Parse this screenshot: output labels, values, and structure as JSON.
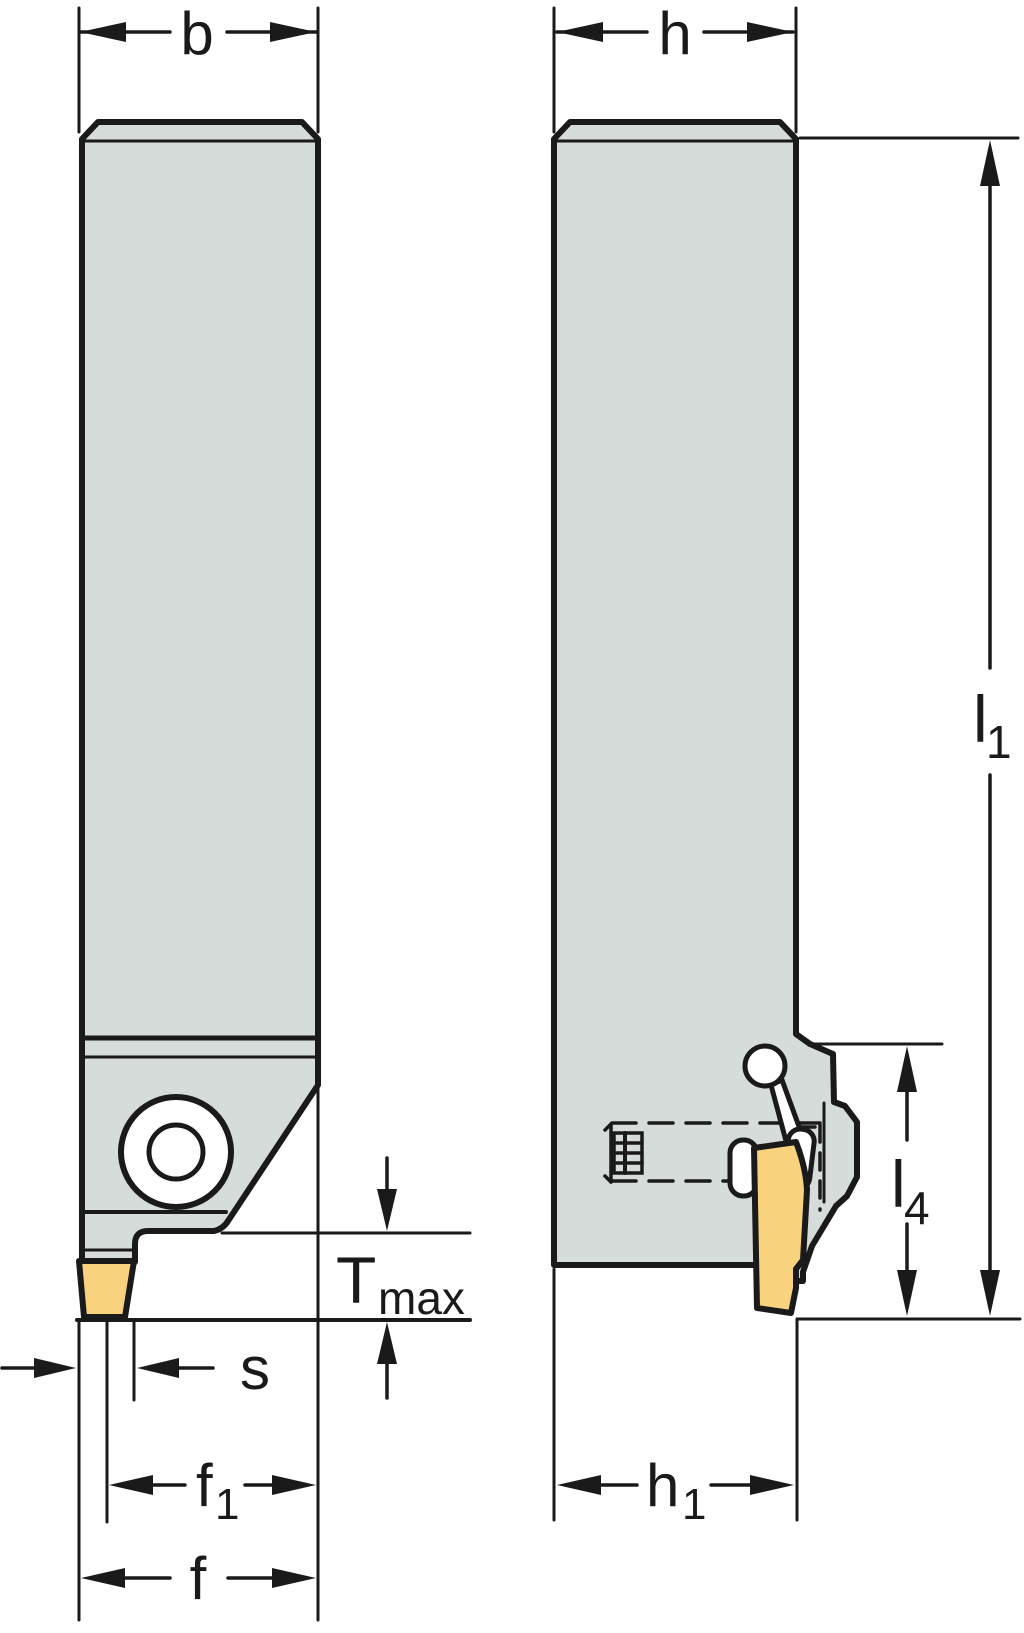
{
  "drawing": {
    "labels": {
      "b": "b",
      "h": "h",
      "s": "s",
      "f": "f",
      "f1_main": "f",
      "f1_sub": "1",
      "h1_main": "h",
      "h1_sub": "1",
      "l1_main": "l",
      "l1_sub": "1",
      "l4_main": "l",
      "l4_sub": "4",
      "tmax_main": "T",
      "tmax_sub": "max"
    },
    "colors": {
      "steel": "#d6dcd9",
      "insert": "#f8d27c",
      "outline": "#1a1a1a",
      "white": "#ffffff"
    }
  }
}
